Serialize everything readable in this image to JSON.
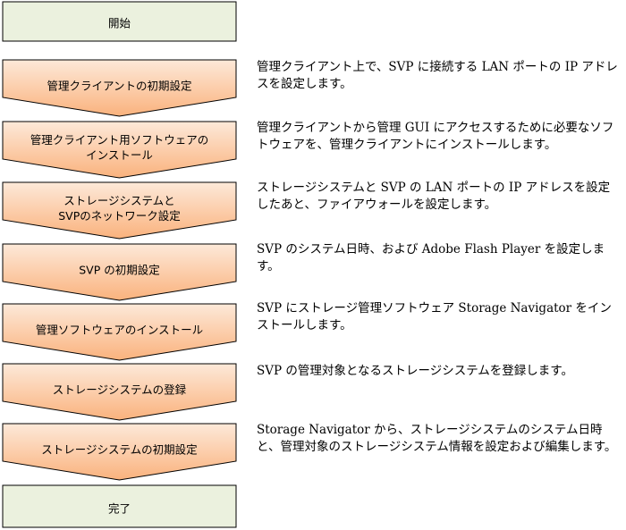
{
  "colors": {
    "start_fill": "#ebf1de",
    "end_fill": "#ebf1de",
    "step_fill_top": "#fde9d9",
    "step_fill_bottom": "#fab27d",
    "stroke": "#000000"
  },
  "flow": {
    "start_label": "開始",
    "end_label": "完了",
    "steps": [
      {
        "label": [
          "管理クライアントの初期設定"
        ],
        "description": "管理クライアント上で、SVP に接続する LAN ポートの IP アドレスを設定します。"
      },
      {
        "label": [
          "管理クライアント用ソフトウェアの",
          "インストール"
        ],
        "description": "管理クライアントから管理 GUI にアクセスするために必要なソフトウェアを、管理クライアントにインストールします。"
      },
      {
        "label": [
          "ストレージシステムと",
          "SVPのネットワーク設定"
        ],
        "description": "ストレージシステムと SVP の LAN ポートの IP アドレスを設定したあと、ファイアウォールを設定します。"
      },
      {
        "label": [
          "SVP の初期設定"
        ],
        "description": "SVP のシステム日時、および Adobe Flash Player を設定します。"
      },
      {
        "label": [
          "管理ソフトウェアのインストール"
        ],
        "description": "SVP にストレージ管理ソフトウェア Storage Navigator をインストールします。"
      },
      {
        "label": [
          "ストレージシステムの登録"
        ],
        "description": "SVP の管理対象となるストレージシステムを登録します。"
      },
      {
        "label": [
          "ストレージシステムの初期設定"
        ],
        "description": "Storage Navigator から、ストレージシステムのシステム日時と、管理対象のストレージシステム情報を設定および編集します。"
      }
    ]
  }
}
